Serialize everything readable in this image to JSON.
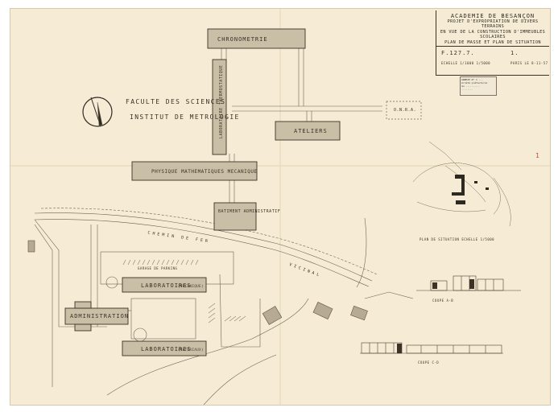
{
  "cartouche": {
    "title": "ACADEMIE DE BESANÇON",
    "line1": "PROJET D'EXPROPRIATION DE DIVERS TERRAINS",
    "line2": "EN VUE DE LA CONSTRUCTION D'IMMEUBLES SCOLAIRES",
    "line3": "PLAN DE MASSE ET PLAN DE SITUATION",
    "ref": "F.127.7.",
    "sheet_no": "1.",
    "scale": "ECHELLE 1/1000 1/5000",
    "date": "PARIS LE 8-11-57"
  },
  "stamp": {
    "line1": "ANNEXE N° 1 ...",
    "line2": "Arrêté préfectoral",
    "line3": "du ..........",
    "line4": "........"
  },
  "buildings": {
    "chronometrie": "CHRONOMETRIE",
    "labo_thermo": "LABORATOIRE THERMOSTATIQUE",
    "onera": "O.N.R.A.",
    "ateliers": "ATELIERS",
    "physique": "PHYSIQUE MATHEMATIQUES MECANIQUE",
    "batiment_admin": "BATIMENT ADMINISTRATIF",
    "labo_top": "LABORATOIRES",
    "labo_top_sub": "(MECANIQUE)",
    "labo_bottom": "LABORATOIRES",
    "labo_bottom_sub": "(MATERIAUX)",
    "administration": "ADMINISTRATION"
  },
  "labels": {
    "faculte": "FACULTE DES SCIENCES",
    "institut": "INSTITUT DE METROLOGIE",
    "chemin_fer": "CHEMIN DE FER",
    "vicinal": "VICINAL",
    "parking": "GARAGE DE PARKING",
    "plan_situation": "PLAN DE SITUATION ECHELLE 1/5000",
    "coupe_top": "COUPE A-B",
    "coupe_bottom": "COUPE C-D",
    "red_mark": "1"
  }
}
